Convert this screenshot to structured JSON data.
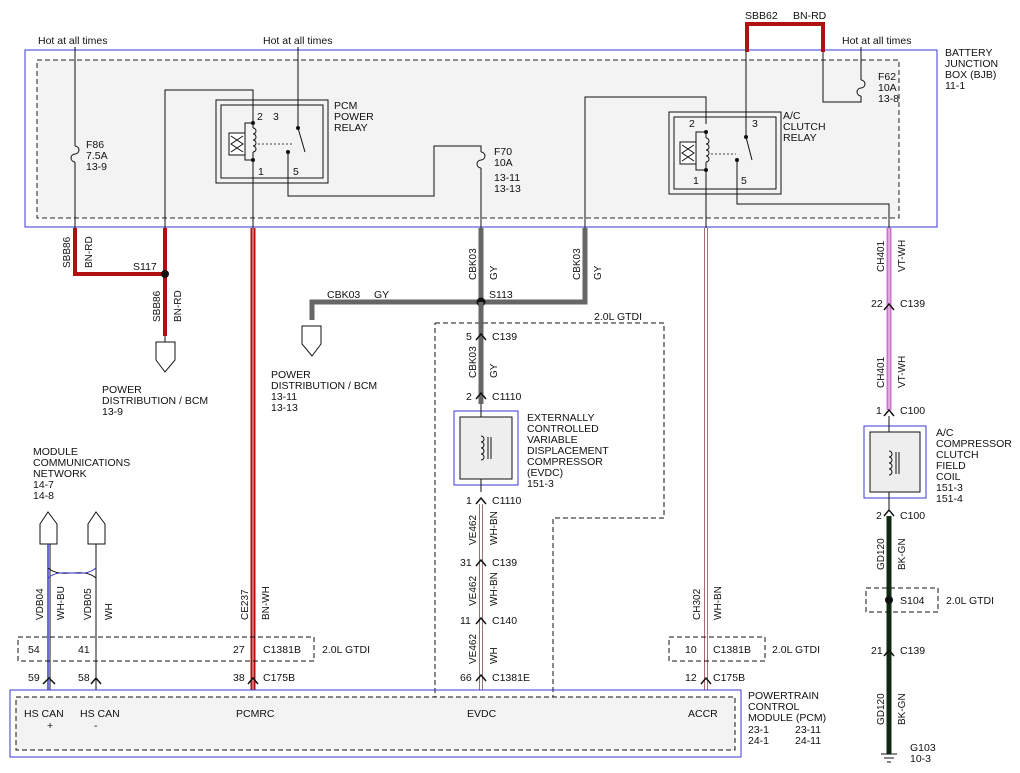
{
  "bjb": {
    "l1": "BATTERY",
    "l2": "JUNCTION",
    "l3": "BOX (BJB)",
    "l4": "11-1"
  },
  "hot": {
    "a": "Hot at all times",
    "b": "Hot at all times",
    "c": "Hot at all times"
  },
  "sbb62": {
    "circuit": "SBB62",
    "color": "BN-RD"
  },
  "f86": {
    "name": "F86",
    "amp": "7.5A",
    "ref": "13-9"
  },
  "f70": {
    "name": "F70",
    "amp": "10A",
    "r1": "13-11",
    "r2": "13-13"
  },
  "f62": {
    "name": "F62",
    "amp": "10A",
    "ref": "13-8"
  },
  "pcm_relay": {
    "l1": "PCM",
    "l2": "POWER",
    "l3": "RELAY",
    "p1": "1",
    "p2": "2",
    "p3": "3",
    "p5": "5"
  },
  "ac_relay": {
    "l1": "A/C",
    "l2": "CLUTCH",
    "l3": "RELAY",
    "p1": "1",
    "p2": "2",
    "p3": "3",
    "p5": "5"
  },
  "wires": {
    "sbb86a": "SBB86",
    "bnrd_a": "BN-RD",
    "s117": "S117",
    "sbb86b": "SBB86",
    "bnrd_b": "BN-RD",
    "cbk03_a": "CBK03",
    "gy_a": "GY",
    "cbk03_b": "CBK03",
    "gy_b": "GY",
    "cbk03_h": "CBK03",
    "gy_h": "GY",
    "s113": "S113",
    "cbk03_c": "CBK03",
    "gy_c": "GY",
    "ve462_a": "VE462",
    "whbn_a": "WH-BN",
    "ve462_b": "VE462",
    "whbn_b": "WH-BN",
    "ve462_c": "VE462",
    "wh_c": "WH",
    "ce237": "CE237",
    "bnwh": "BN-WH",
    "vdb04": "VDB04",
    "whbu": "WH-BU",
    "vdb05": "VDB05",
    "wh": "WH",
    "ch302": "CH302",
    "whbn_ch": "WH-BN",
    "ch401_a": "CH401",
    "vtwh_a": "VT-WH",
    "ch401_b": "CH401",
    "vtwh_b": "VT-WH",
    "gd120_a": "GD120",
    "bkgn_a": "BK-GN",
    "gd120_b": "GD120",
    "bkgn_b": "BK-GN"
  },
  "pd_left": {
    "l1": "POWER",
    "l2": "DISTRIBUTION / BCM",
    "l3": "13-9"
  },
  "pd_mid": {
    "l1": "POWER",
    "l2": "DISTRIBUTION / BCM",
    "l3": "13-11",
    "l4": "13-13"
  },
  "gtdi": {
    "a": "2.0L GTDI",
    "b": "2.0L GTDI",
    "c": "2.0L GTDI",
    "d": "2.0L GTDI"
  },
  "conns": {
    "c139_5": "5",
    "c139_5n": "C139",
    "c1110_2": "2",
    "c1110_2n": "C1110",
    "c1110_1": "1",
    "c1110_1n": "C1110",
    "c139_31": "31",
    "c139_31n": "C139",
    "c140_11": "11",
    "c140_11n": "C140",
    "c1381e_66": "66",
    "c1381e_66n": "C1381E",
    "c139_22": "22",
    "c139_22n": "C139",
    "c100_1": "1",
    "c100_1n": "C100",
    "c100_2": "2",
    "c100_2n": "C100",
    "s104": "S104",
    "c139_21": "21",
    "c139_21n": "C139",
    "p54": "54",
    "p41": "41",
    "p27": "27",
    "c1381b_a": "C1381B",
    "p59": "59",
    "p58": "58",
    "p38": "38",
    "c175b_a": "C175B",
    "p10": "10",
    "c1381b_b": "C1381B",
    "p12": "12",
    "c175b_b": "C175B"
  },
  "evdc": {
    "l1": "EXTERNALLY",
    "l2": "CONTROLLED",
    "l3": "VARIABLE",
    "l4": "DISPLACEMENT",
    "l5": "COMPRESSOR",
    "l6": "(EVDC)",
    "l7": "151-3"
  },
  "clutch": {
    "l1": "A/C",
    "l2": "COMPRESSOR",
    "l3": "CLUTCH",
    "l4": "FIELD",
    "l5": "COIL",
    "l6": "151-3",
    "l7": "151-4"
  },
  "mcn": {
    "l1": "MODULE",
    "l2": "COMMUNICATIONS",
    "l3": "NETWORK",
    "l4": "14-7",
    "l5": "14-8"
  },
  "pcm": {
    "hs1": "HS CAN",
    "p1": "+",
    "hs2": "HS CAN",
    "p2": "-",
    "pcmrc": "PCMRC",
    "evdc": "EVDC",
    "accr": "ACCR",
    "l1": "POWERTRAIN",
    "l2": "CONTROL",
    "l3": "MODULE (PCM)",
    "r1": "23-1",
    "r2": "23-11",
    "r3": "24-1",
    "r4": "24-11"
  },
  "ground": {
    "name": "G103",
    "ref": "10-3"
  },
  "colors": {
    "bnrd": "#b01010",
    "gy": "#666666",
    "vtwh": "#d070d0",
    "bkgn": "#0f2a10",
    "whbn": "#a07070",
    "box": "#3a3ad0"
  }
}
